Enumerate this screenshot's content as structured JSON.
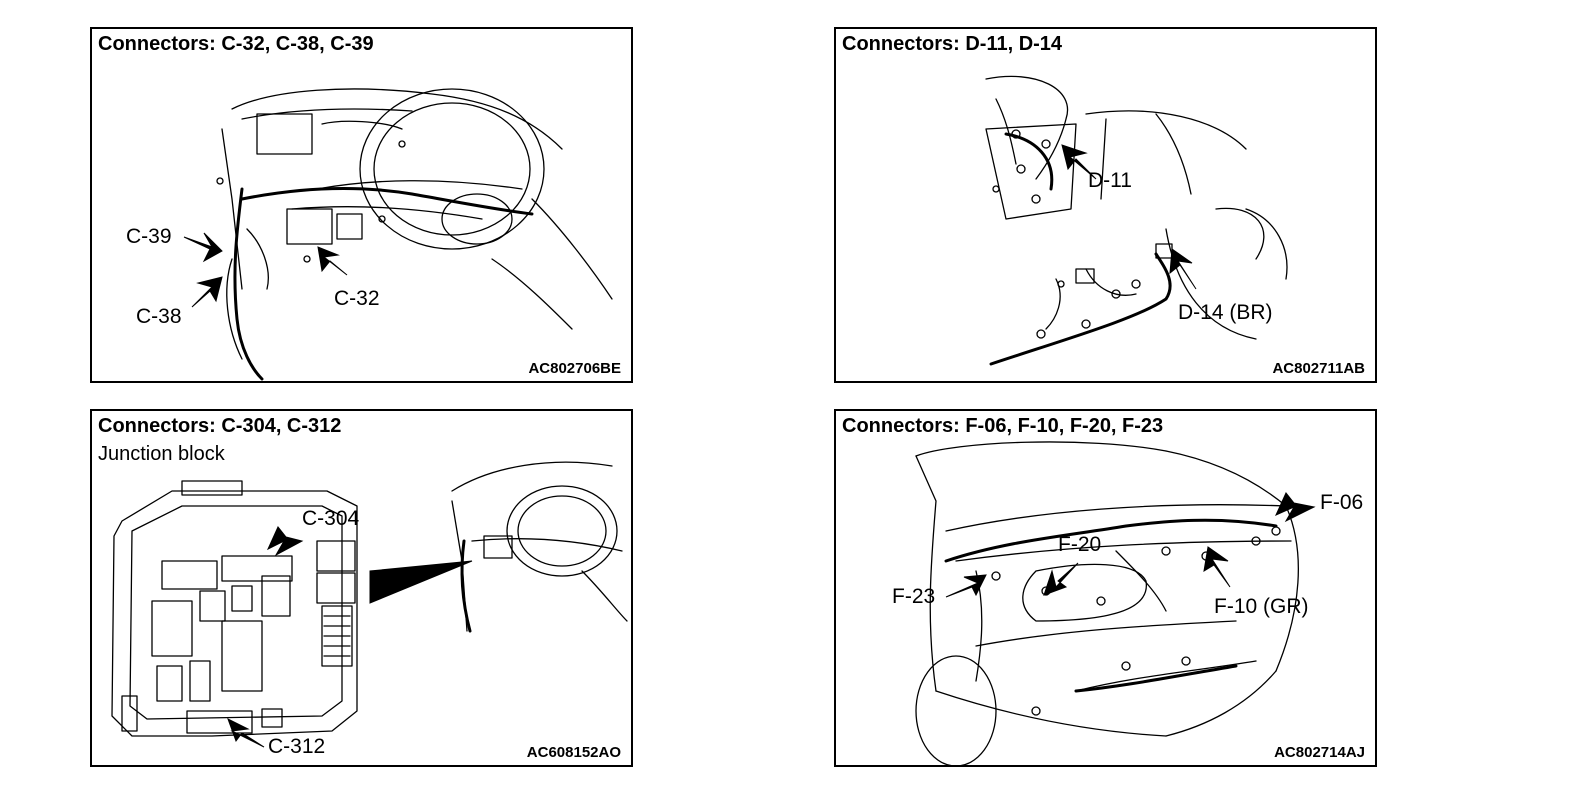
{
  "panels": [
    {
      "title": "Connectors: C-32, C-38, C-39",
      "figure_code": "AC802706BE",
      "labels": {
        "c39": "C-39",
        "c38": "C-38",
        "c32": "C-32"
      }
    },
    {
      "title": "Connectors: D-11, D-14",
      "figure_code": "AC802711AB",
      "labels": {
        "d11": "D-11",
        "d14": "D-14 (BR)"
      }
    },
    {
      "title": "Connectors: C-304, C-312",
      "subtitle": "Junction block",
      "figure_code": "AC608152AO",
      "labels": {
        "c304": "C-304",
        "c312": "C-312"
      }
    },
    {
      "title": "Connectors: F-06, F-10, F-20, F-23",
      "figure_code": "AC802714AJ",
      "labels": {
        "f06": "F-06",
        "f20": "F-20",
        "f23": "F-23",
        "f10": "F-10 (GR)"
      }
    }
  ]
}
